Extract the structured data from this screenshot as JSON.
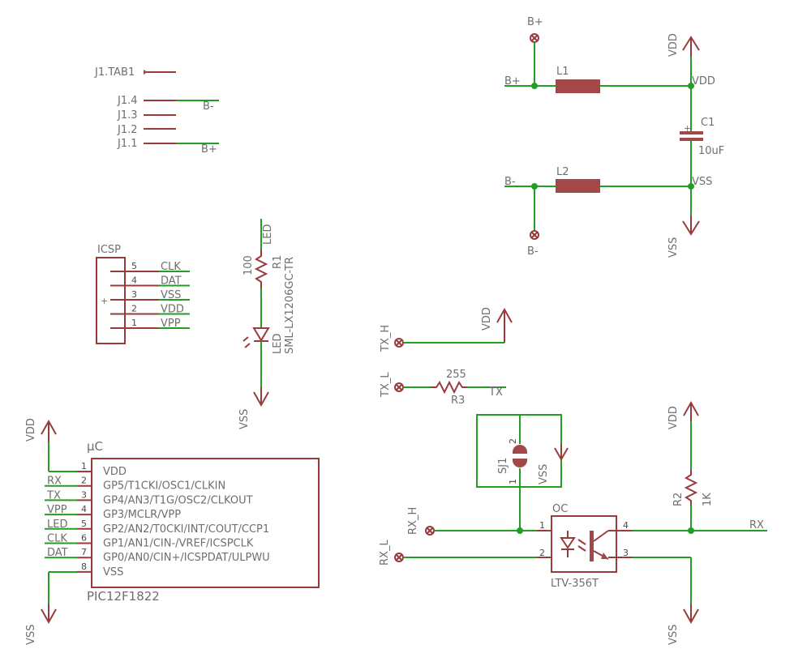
{
  "colors": {
    "wire": "#239d23",
    "symbol": "#9a3b3b",
    "text": "#6e6e6e",
    "background": "#ffffff"
  },
  "header_pins": {
    "tab": "J1.TAB1",
    "pin4": "J1.4",
    "pin3": "J1.3",
    "pin2": "J1.2",
    "pin1": "J1.1",
    "net_pin4": "B-",
    "net_pin1": "B+"
  },
  "power_filter": {
    "bplus_pad": "B+",
    "bplus_net": "B+",
    "bminus_pad": "B-",
    "bminus_net": "B-",
    "l1": "L1",
    "l2": "L2",
    "c1_name": "C1",
    "c1_value": "10uF",
    "vdd_net": "VDD",
    "vss_net": "VSS",
    "vdd_supply": "VDD",
    "vss_supply": "VSS"
  },
  "icsp": {
    "title": "ICSP",
    "pins": [
      {
        "num": "5",
        "net": "CLK"
      },
      {
        "num": "4",
        "net": "DAT"
      },
      {
        "num": "3",
        "net": "VSS"
      },
      {
        "num": "2",
        "net": "VDD"
      },
      {
        "num": "1",
        "net": "VPP"
      }
    ]
  },
  "led_section": {
    "net_top": "LED",
    "r1_name": "R1",
    "r1_value": "100",
    "led_name": "LED",
    "led_part": "SML-LX1206GC-TR",
    "vss": "VSS"
  },
  "tx_section": {
    "tx_h": "TX_H",
    "tx_l": "TX_L",
    "vdd": "VDD",
    "r3_name": "R3",
    "r3_value": "255",
    "tx_net": "TX"
  },
  "mcu": {
    "title": "µC",
    "part": "PIC12F1822",
    "vdd_supply": "VDD",
    "vss_supply": "VSS",
    "pins": [
      {
        "num": "1",
        "name": "VDD",
        "net": ""
      },
      {
        "num": "2",
        "name": "GP5/T1CKI/OSC1/CLKIN",
        "net": "RX"
      },
      {
        "num": "3",
        "name": "GP4/AN3/T1G/OSC2/CLKOUT",
        "net": "TX"
      },
      {
        "num": "4",
        "name": "GP3/MCLR/VPP",
        "net": "VPP"
      },
      {
        "num": "5",
        "name": "GP2/AN2/T0CKI/INT/COUT/CCP1",
        "net": "LED"
      },
      {
        "num": "6",
        "name": "GP1/AN1/CIN-/VREF/ICSPCLK",
        "net": "CLK"
      },
      {
        "num": "7",
        "name": "GP0/AN0/CIN+/ICSPDAT/ULPWU",
        "net": "DAT"
      },
      {
        "num": "8",
        "name": "VSS",
        "net": ""
      }
    ]
  },
  "rx_section": {
    "sj1": "SJ1",
    "sj1_pin1": "1",
    "sj1_pin2": "2",
    "sj_vss": "VSS",
    "rx_h": "RX_H",
    "rx_l": "RX_L",
    "oc_name": "OC",
    "oc_part": "LTV-356T",
    "oc_pin1": "1",
    "oc_pin2": "2",
    "oc_pin3": "3",
    "oc_pin4": "4",
    "r2_name": "R2",
    "r2_value": "1K",
    "vdd": "VDD",
    "vss": "VSS",
    "rx_net": "RX"
  }
}
